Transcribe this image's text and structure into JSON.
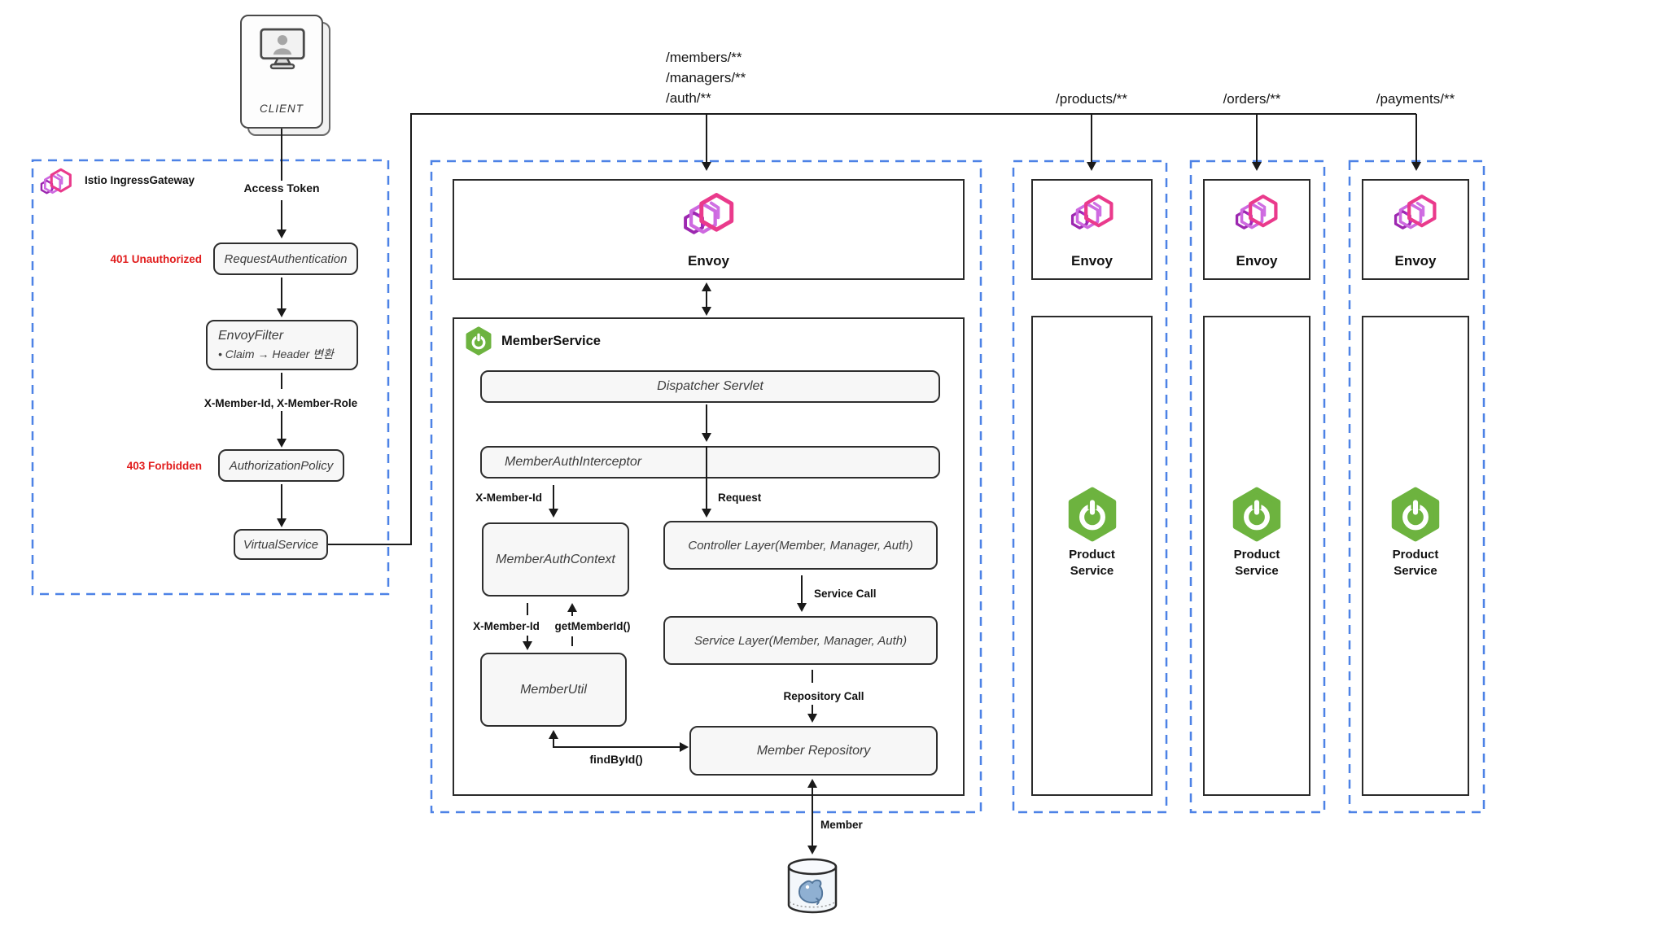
{
  "client": {
    "label": "CLIENT"
  },
  "gateway": {
    "title": "Istio IngressGateway",
    "access_token_label": "Access Token",
    "error_401": "401 Unauthorized",
    "request_authentication": "RequestAuthentication",
    "envoy_filter_title": "EnvoyFilter",
    "envoy_filter_bullet": "• Claim → Header 변환",
    "headers_label": "X-Member-Id, X-Member-Role",
    "error_403": "403 Forbidden",
    "authorization_policy": "AuthorizationPolicy",
    "virtual_service": "VirtualService"
  },
  "routes": {
    "member_line1": "/members/**",
    "member_line2": "/managers/**",
    "member_line3": "/auth/**",
    "products": "/products/**",
    "orders": "/orders/**",
    "payments": "/payments/**"
  },
  "member_service": {
    "envoy_label": "Envoy",
    "title": "MemberService",
    "dispatcher": "Dispatcher Servlet",
    "interceptor": "MemberAuthInterceptor",
    "x_member_id_label": "X-Member-Id",
    "request_label": "Request",
    "auth_context": "MemberAuthContext",
    "controller_layer": "Controller Layer(Member, Manager, Auth)",
    "service_call_label": "Service Call",
    "service_layer": "Service Layer(Member, Manager, Auth)",
    "repository_call_label": "Repository Call",
    "member_repository": "Member Repository",
    "x_member_id_label2": "X-Member-Id",
    "get_member_id_label": "getMemberId()",
    "member_util": "MemberUtil",
    "find_by_id_label": "findById()",
    "member_label": "Member"
  },
  "product_services": [
    {
      "envoy_label": "Envoy",
      "name": "Product Service"
    },
    {
      "envoy_label": "Envoy",
      "name": "Product Service"
    },
    {
      "envoy_label": "Envoy",
      "name": "Product Service"
    }
  ],
  "database": {
    "type": "postgresql-icon"
  },
  "colors": {
    "dashed_border": "#4d82e6",
    "connector": "#1a1a1a",
    "error_red": "#e11d1d",
    "envoy_pink": "#ea3a8c",
    "envoy_purple": "#9c27b0",
    "spring_green": "#6db33f",
    "postgres_blue": "#8fb0d2",
    "component_fill": "#f7f7f7"
  }
}
